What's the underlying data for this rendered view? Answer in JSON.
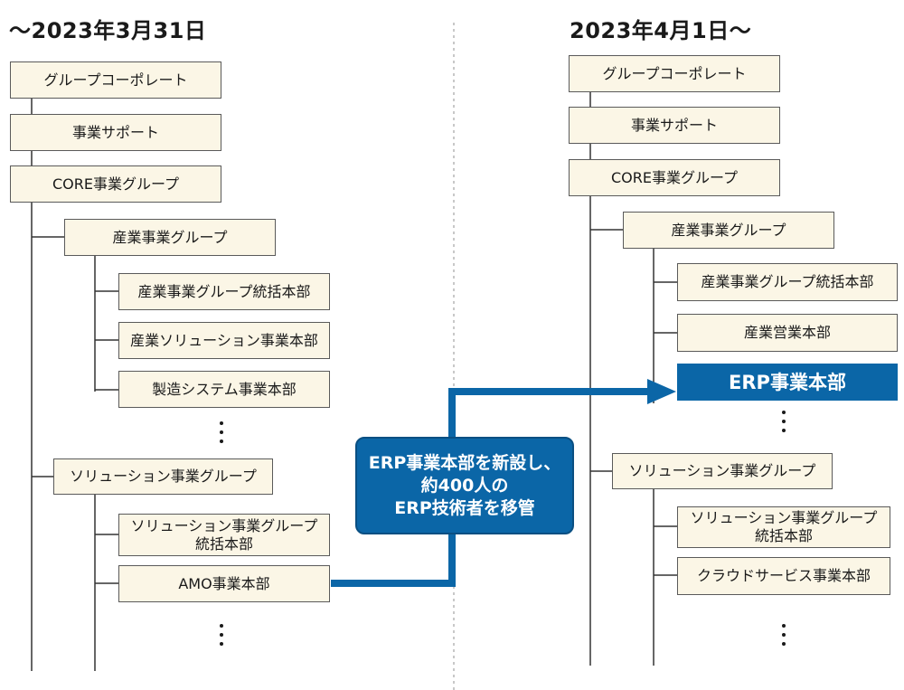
{
  "before": {
    "heading": "〜2023年3月31日",
    "boxes": {
      "group_corporate": "グループコーポレート",
      "business_support": "事業サポート",
      "core_group": "CORE事業グループ",
      "industry_group": "産業事業グループ",
      "industry_hq": "産業事業グループ統括本部",
      "industry_solution": "産業ソリューション事業本部",
      "manufacturing_system": "製造システム事業本部",
      "solution_group": "ソリューション事業グループ",
      "solution_hq_line1": "ソリューション事業グループ",
      "solution_hq_line2": "統括本部",
      "amo": "AMO事業本部"
    }
  },
  "after": {
    "heading": "2023年4月1日〜",
    "boxes": {
      "group_corporate": "グループコーポレート",
      "business_support": "事業サポート",
      "core_group": "CORE事業グループ",
      "industry_group": "産業事業グループ",
      "industry_hq": "産業事業グループ統括本部",
      "industry_sales": "産業営業本部",
      "erp": "ERP事業本部",
      "solution_group": "ソリューション事業グループ",
      "solution_hq_line1": "ソリューション事業グループ",
      "solution_hq_line2": "統括本部",
      "cloud_service": "クラウドサービス事業本部"
    }
  },
  "callout": {
    "line1": "ERP事業本部を新設し、",
    "line2": "約400人の",
    "line3": "ERP技術者を移管"
  },
  "colors": {
    "box_fill": "#fbf6e6",
    "accent_blue": "#0b66a7"
  }
}
